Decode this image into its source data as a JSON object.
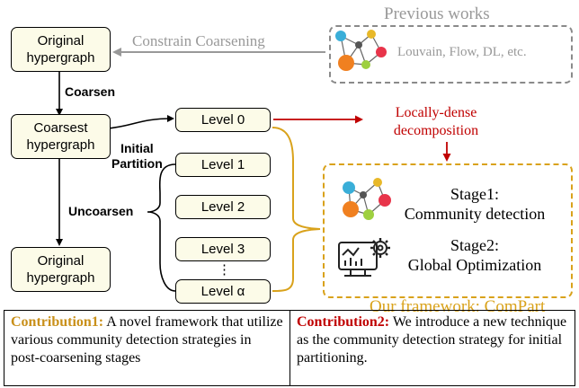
{
  "left_boxes": {
    "original_top": "Original\nhypergraph",
    "coarsest": "Coarsest\nhypergraph",
    "original_bottom": "Original\nhypergraph"
  },
  "labels": {
    "coarsen": "Coarsen",
    "initial_partition": "Initial\nPartition",
    "uncoarsen": "Uncoarsen"
  },
  "levels": [
    "Level 0",
    "Level 1",
    "Level 2",
    "Level 3",
    "Level α"
  ],
  "level_dots": "⋮",
  "previous": {
    "title": "Previous works",
    "methods": "Louvain, Flow, DL, etc.",
    "constrain": "Constrain Coarsening"
  },
  "decomposition": "Locally-dense\ndecomposition",
  "framework": {
    "stage1": "Stage1:\nCommunity detection",
    "stage2": "Stage2:\nGlobal Optimization",
    "label": "Our framework: ComPart"
  },
  "contributions": [
    {
      "head": "Contribution1:",
      "text": " A novel framework that utilize various community detection strategies in post-coarsening stages"
    },
    {
      "head": "Contribution2:",
      "text": " We introduce a new technique as the community detection strategy for initial partitioning."
    }
  ],
  "colors": {
    "box_fill": "#fcfbe8",
    "gold": "#d9a21b",
    "red": "#c00000",
    "gray": "#999999"
  },
  "icons": [
    "network-graph-icon",
    "network-graph-icon",
    "optimization-monitor-icon"
  ]
}
